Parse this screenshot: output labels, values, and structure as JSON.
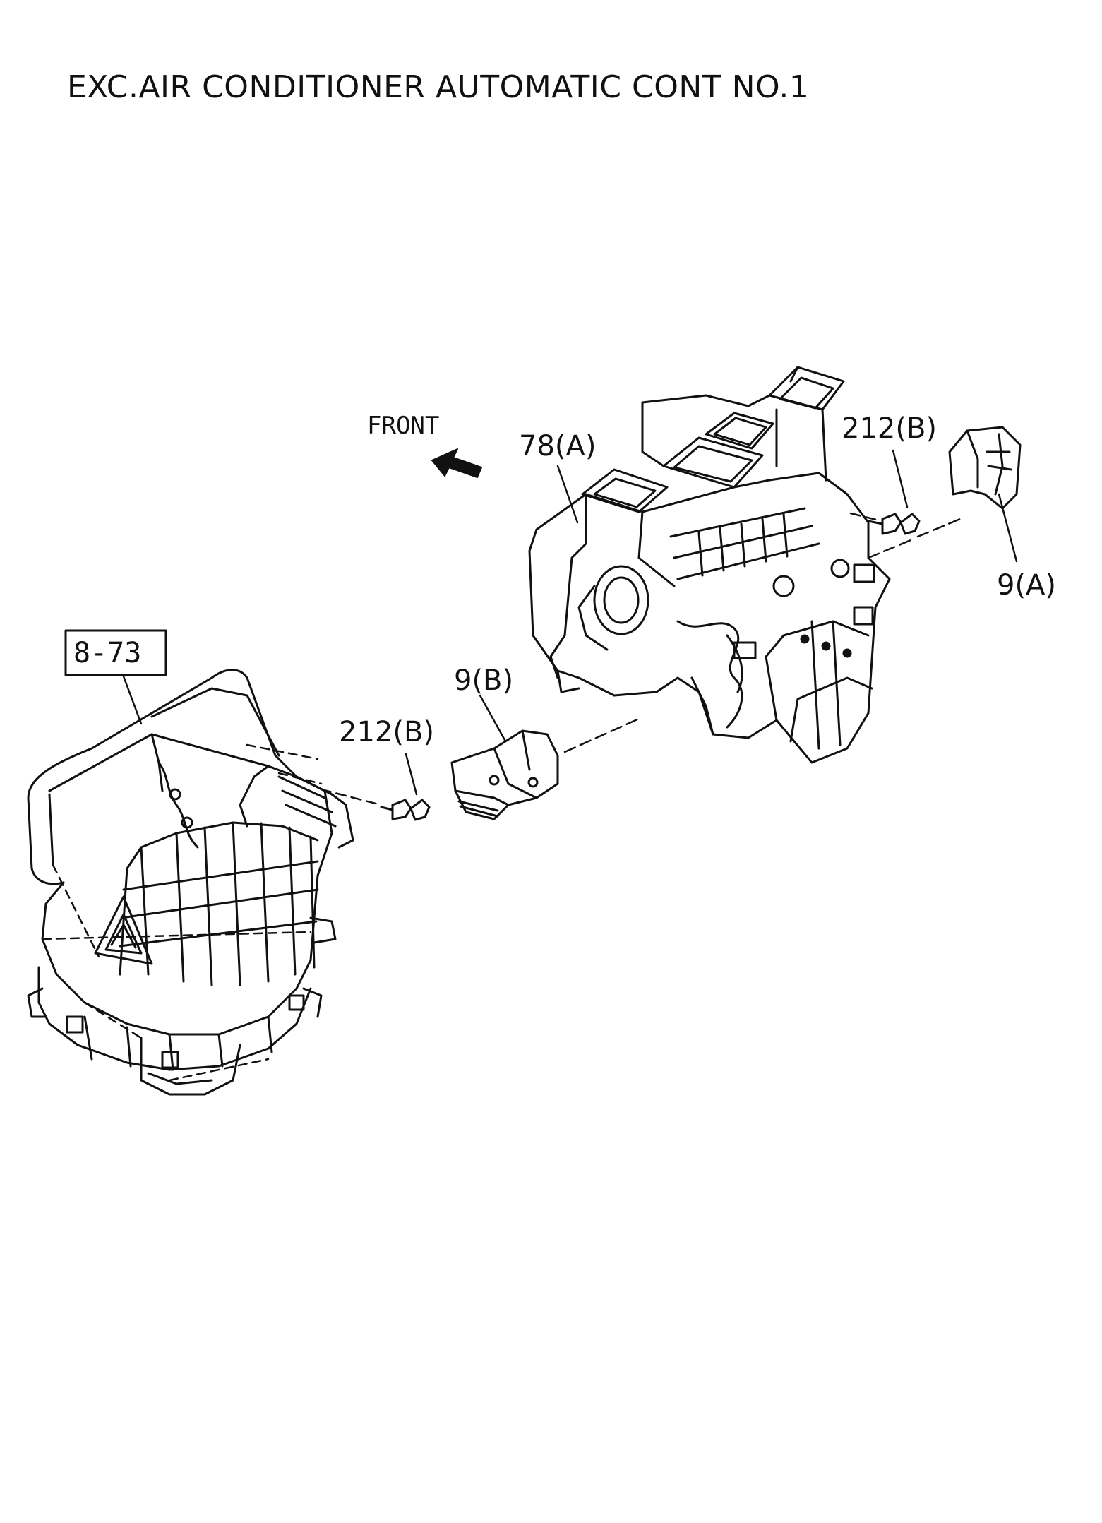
{
  "title": "EXC.AIR CONDITIONER AUTOMATIC CONT NO.1",
  "direction_label": "FRONT",
  "callouts": {
    "unit_a": "78(A)",
    "bolt_right": "212(B)",
    "bracket_right": "9(A)",
    "bracket_left": "9(B)",
    "bolt_left": "212(B)",
    "ref_box": "8-73"
  }
}
